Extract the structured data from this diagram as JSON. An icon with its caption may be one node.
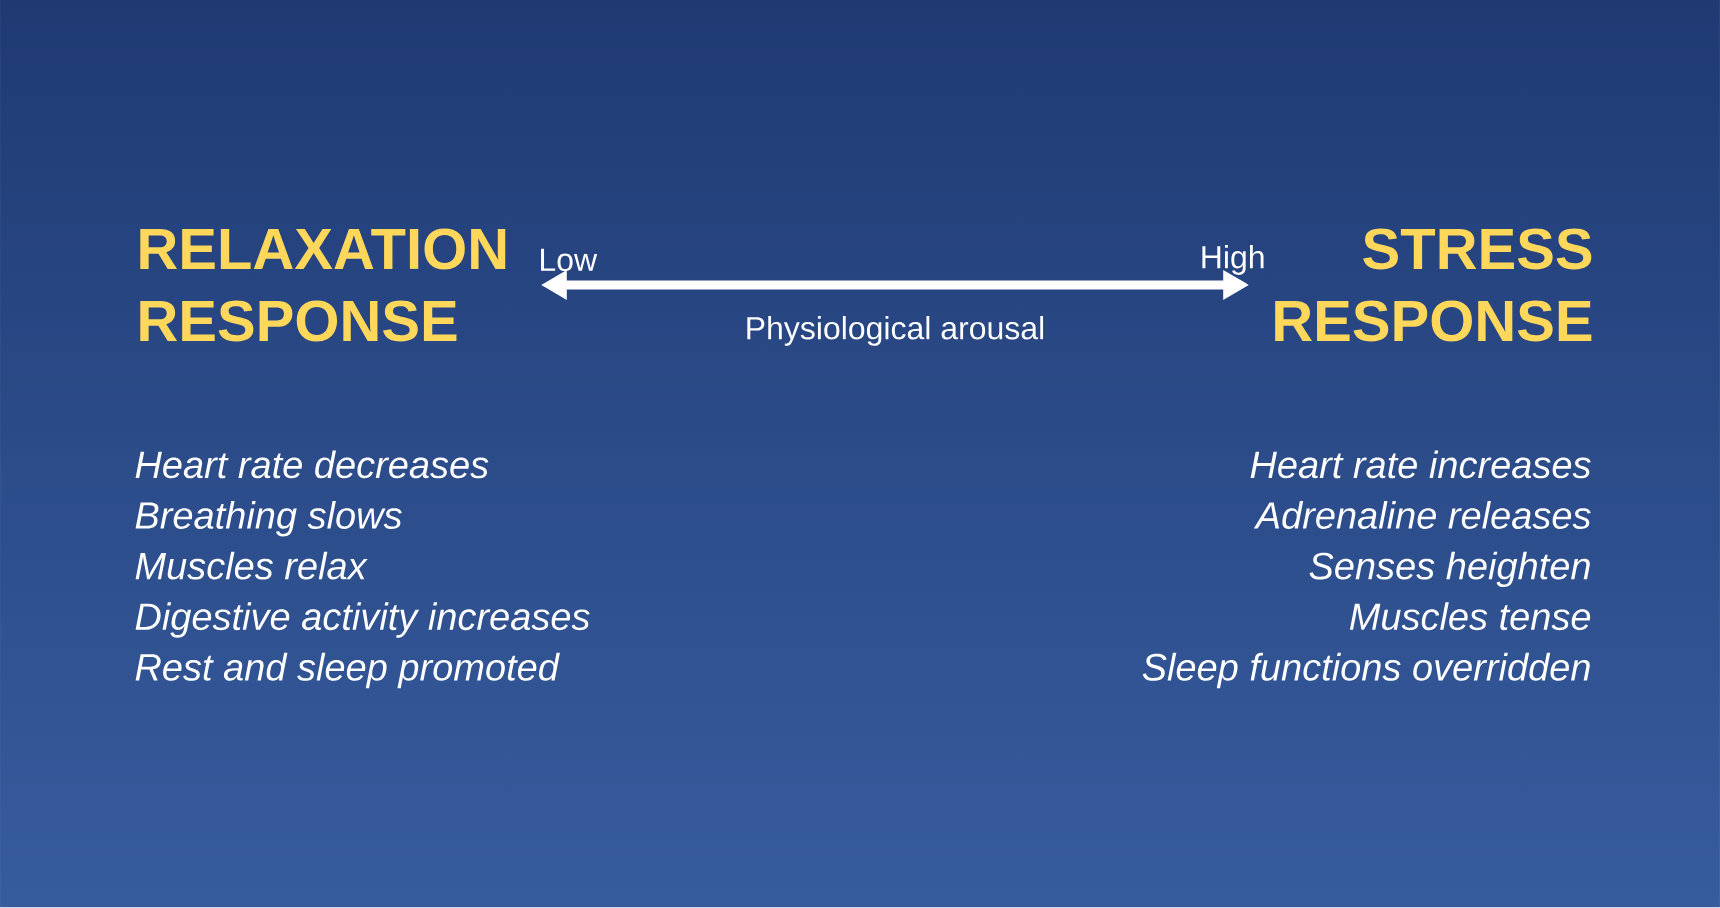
{
  "diagram": {
    "nodes": [
      {
        "text": [
          "RELAXATION RESPONSE"
        ]
      },
      {
        "text": [
          "STRESS RESPONSE"
        ]
      }
    ],
    "edges": [
      {
        "from": 0,
        "to": 1,
        "arrow": "both",
        "label": "Physiological arousal"
      }
    ],
    "labels": [
      "Low",
      "High",
      "Heart rate decreases",
      "Breathing slows",
      "Muscles relax",
      "Digestive activity increases",
      "Rest and sleep promoted",
      "Heart rate increases",
      "Adrenaline releases",
      "Senses heighten",
      "Muscles tense",
      "Sleep functions overridden"
    ]
  }
}
